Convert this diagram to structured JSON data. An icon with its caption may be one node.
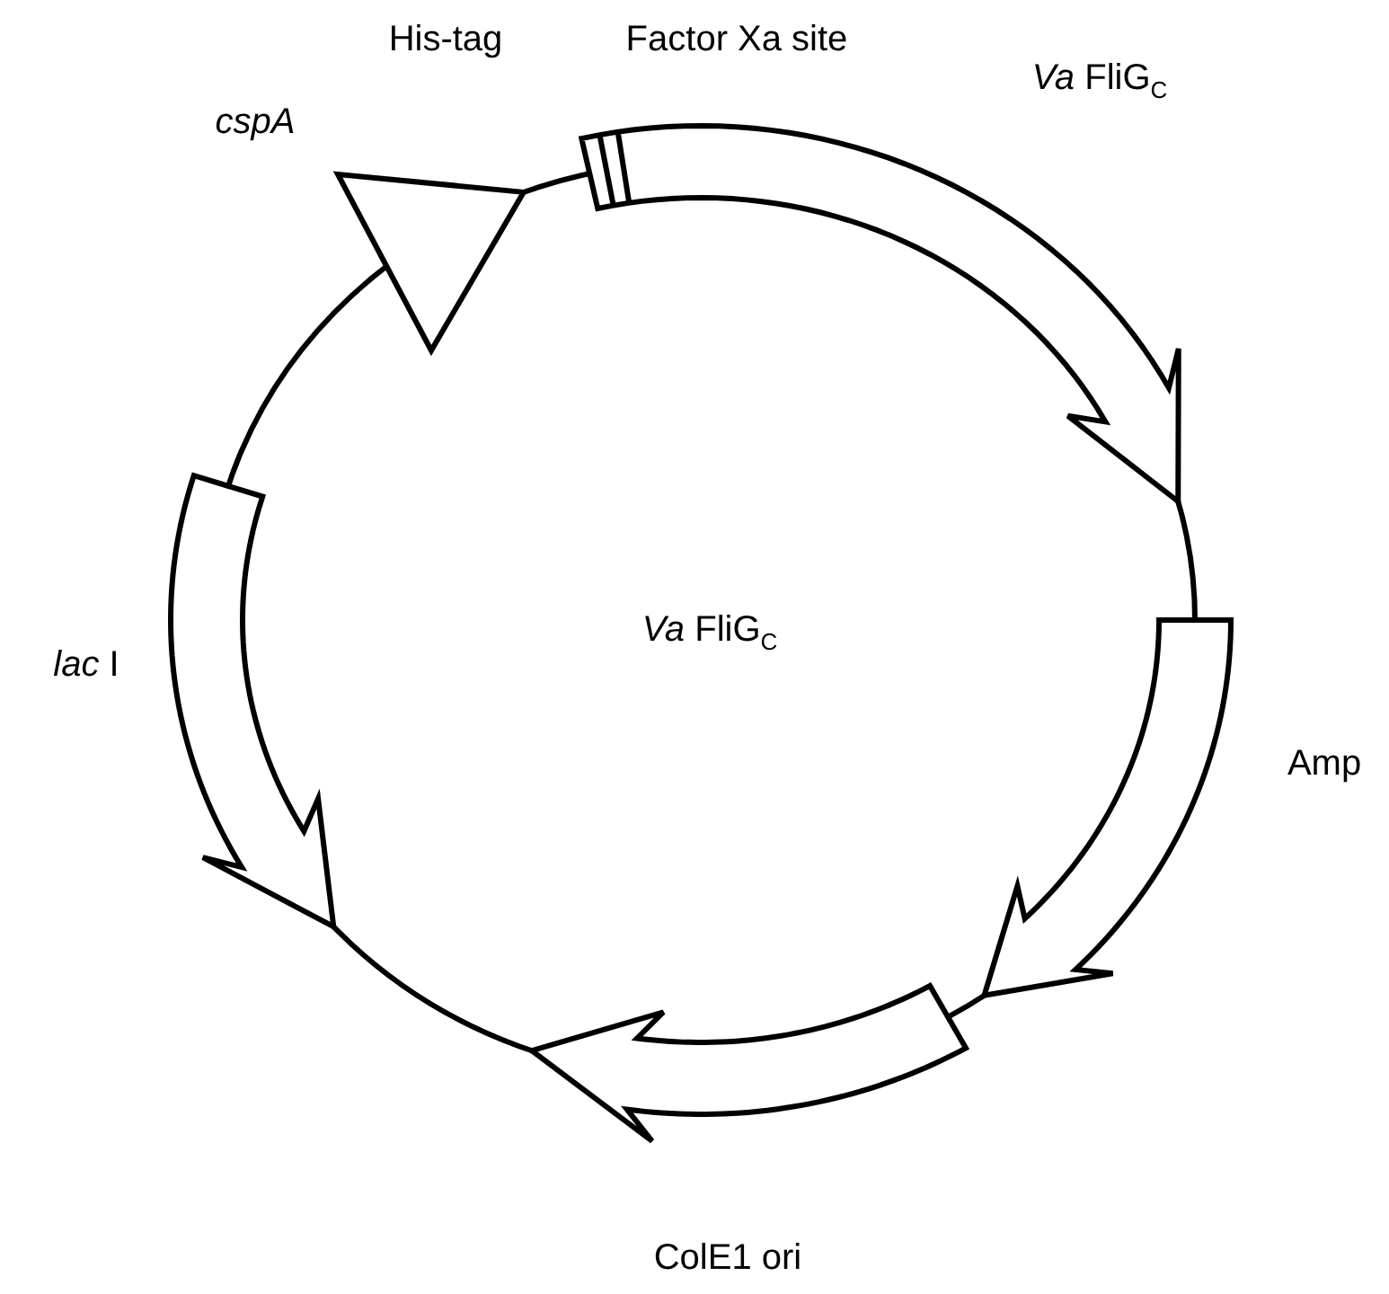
{
  "diagram": {
    "labels": [
      "His-tag",
      "Factor Xa site",
      "*Va* FliG$_{C}$",
      "cspA",
      "*Va* FliG$_{C}$",
      "*lac* I",
      "Amp",
      "ColE1 ori"
    ]
  }
}
